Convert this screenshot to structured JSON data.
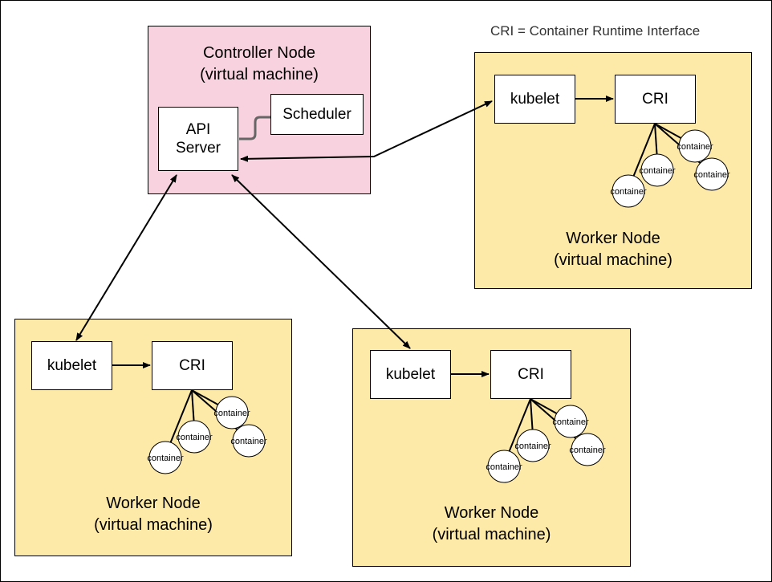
{
  "legend": "CRI = Container Runtime Interface",
  "controller": {
    "title_line1": "Controller Node",
    "title_line2": "(virtual machine)",
    "api_server_line1": "API",
    "api_server_line2": "Server",
    "scheduler": "Scheduler"
  },
  "workers": [
    {
      "id": "worker-top-right",
      "kubelet": "kubelet",
      "cri": "CRI",
      "containers": [
        "container",
        "container",
        "container",
        "container"
      ],
      "title_line1": "Worker Node",
      "title_line2": "(virtual machine)"
    },
    {
      "id": "worker-bottom-left",
      "kubelet": "kubelet",
      "cri": "CRI",
      "containers": [
        "container",
        "container",
        "container",
        "container"
      ],
      "title_line1": "Worker Node",
      "title_line2": "(virtual machine)"
    },
    {
      "id": "worker-bottom-middle",
      "kubelet": "kubelet",
      "cri": "CRI",
      "containers": [
        "container",
        "container",
        "container",
        "container"
      ],
      "title_line1": "Worker Node",
      "title_line2": "(virtual machine)"
    }
  ],
  "colors": {
    "controller_fill": "#f8d3df",
    "worker_fill": "#fde9a8",
    "scheduler_link": "#666666"
  }
}
